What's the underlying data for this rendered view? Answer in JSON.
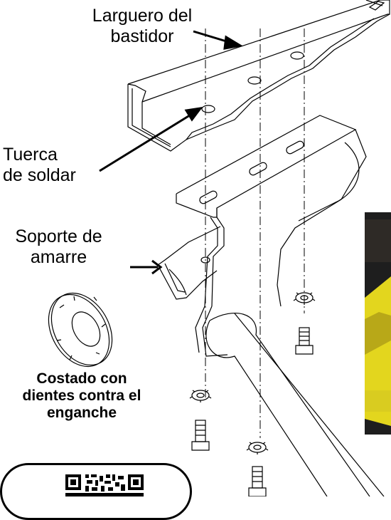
{
  "labels": {
    "frame_rail": [
      "Larguero del",
      "bastidor"
    ],
    "weld_nut": [
      "Tuerca",
      "de soldar"
    ],
    "tie_down_bracket": [
      "Soporte de",
      "amarre"
    ],
    "teeth_note": [
      "Costado con",
      "dientes contra el",
      "enganche"
    ]
  },
  "colors": {
    "line": "#000000",
    "photo_yellow": "#e8d820",
    "photo_dark": "#222222"
  }
}
